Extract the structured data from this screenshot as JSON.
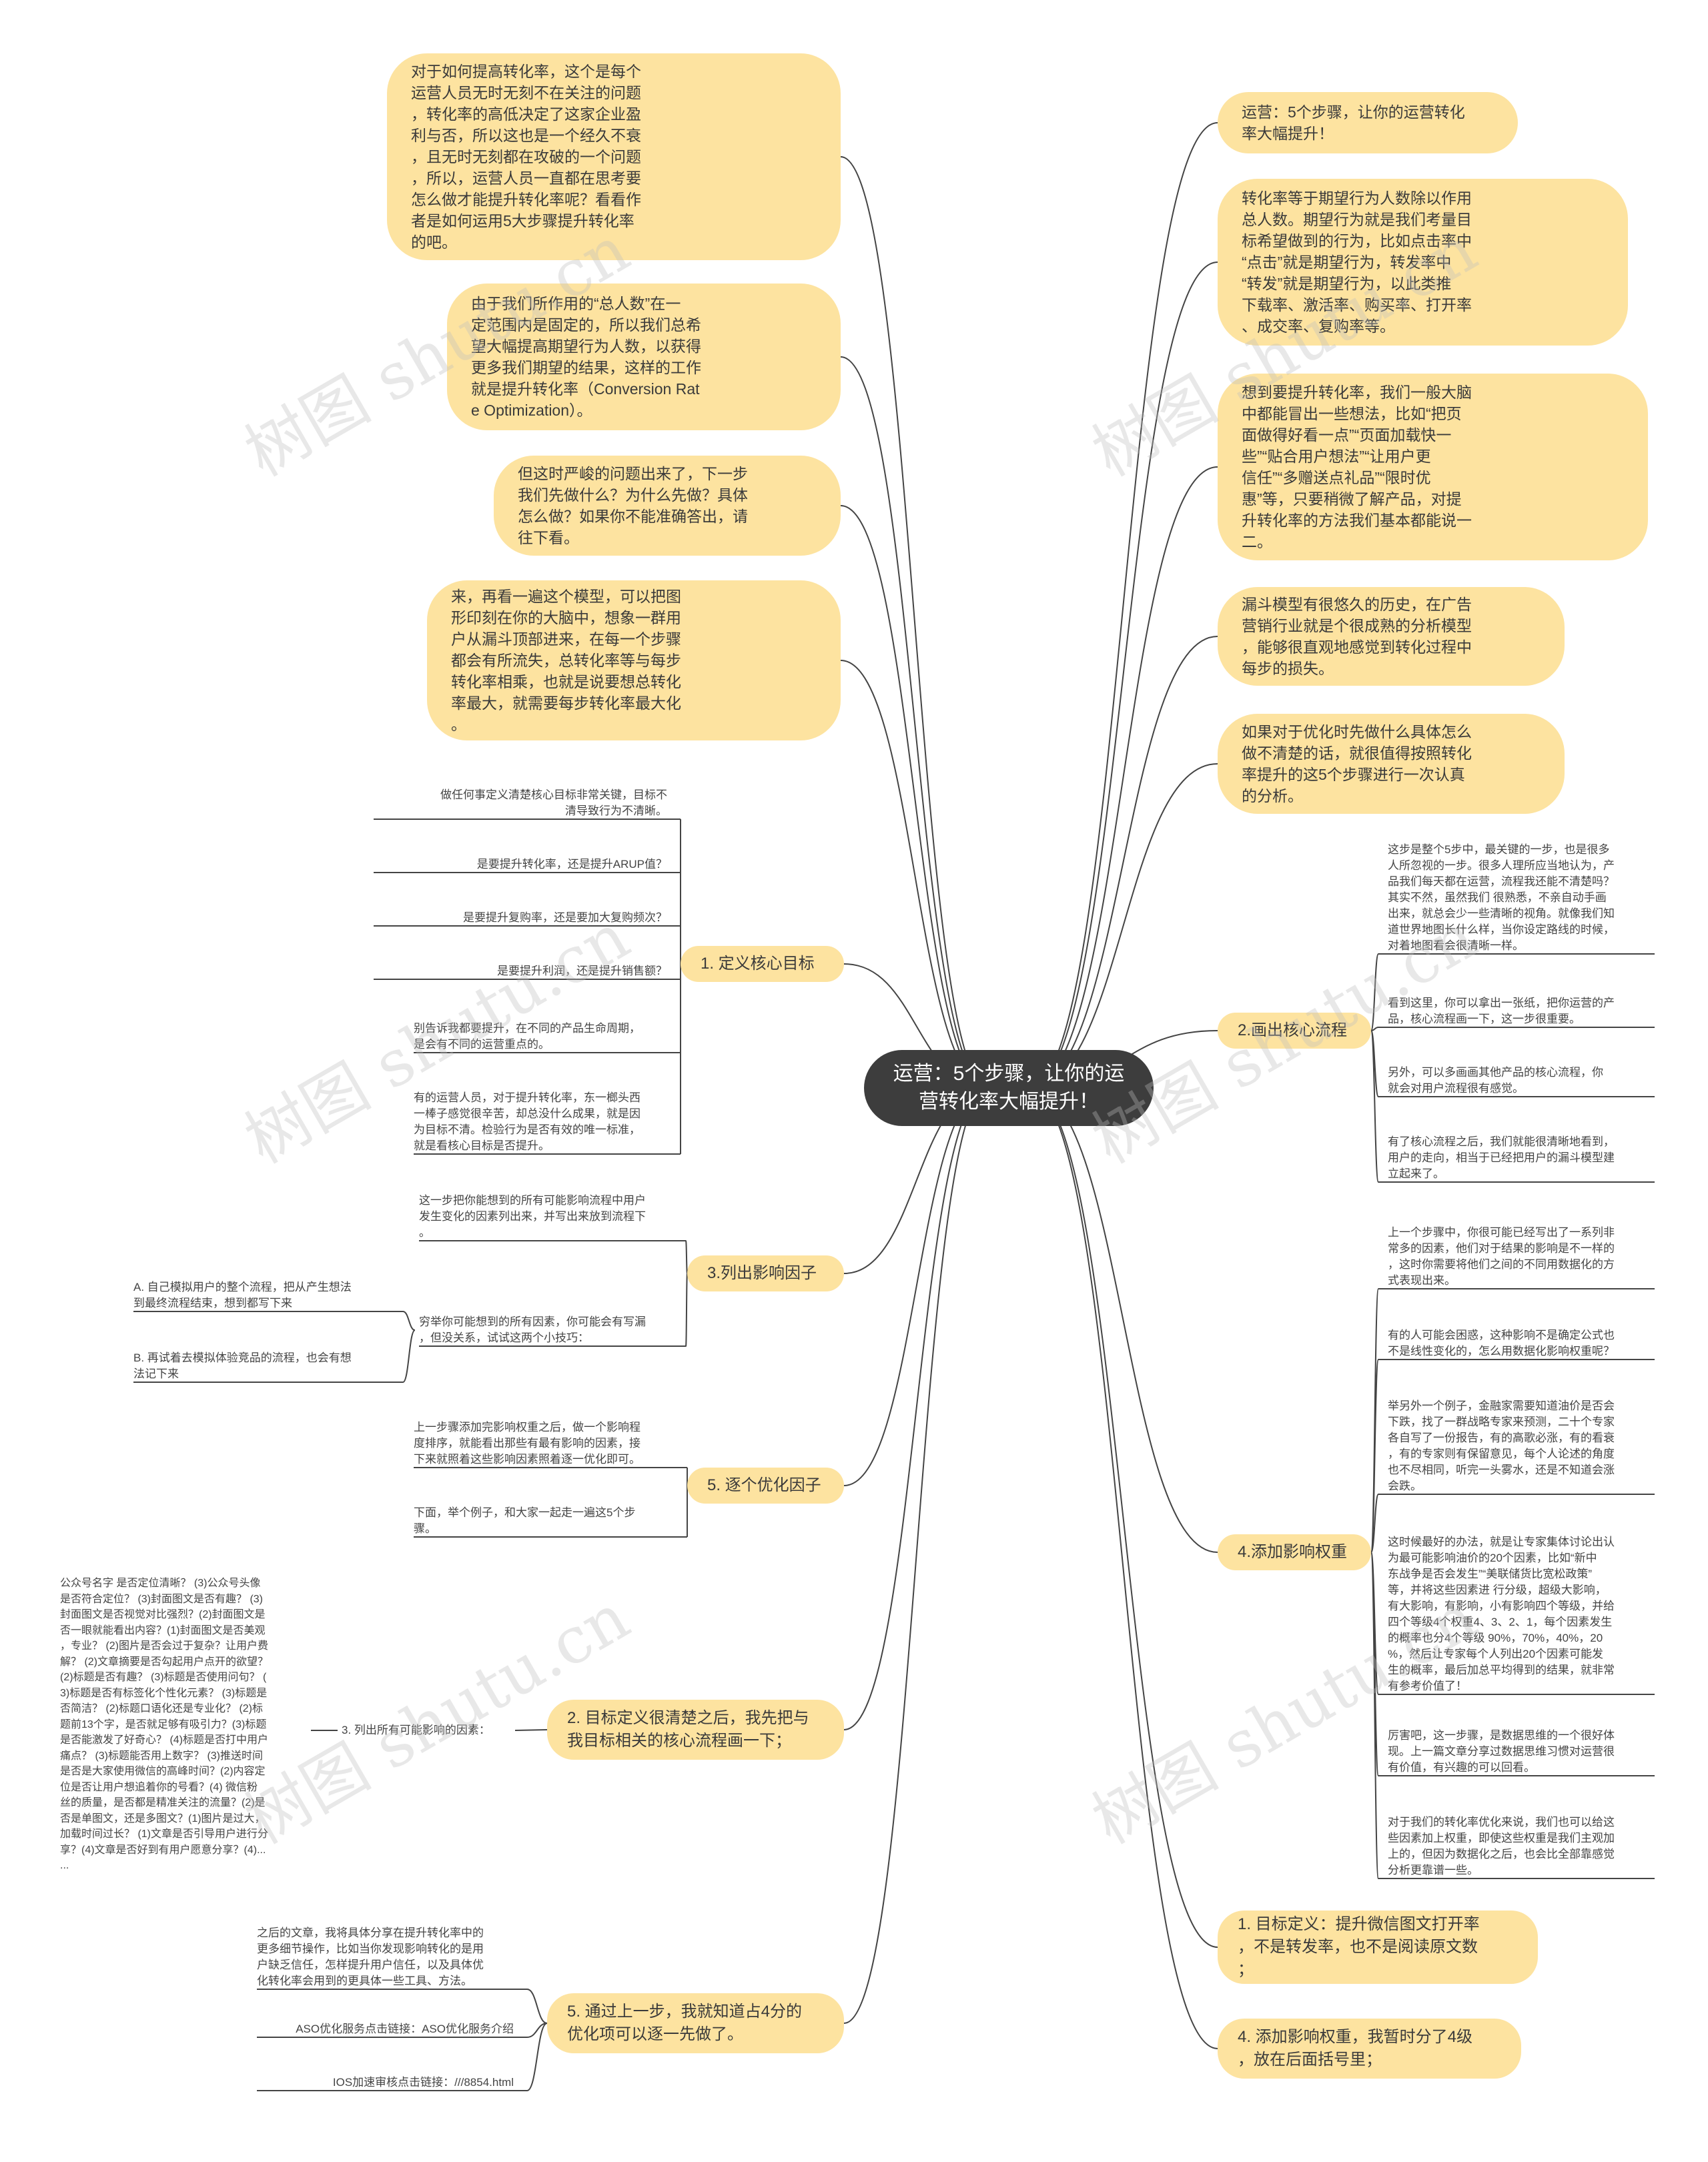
{
  "root": {
    "title": "运营：5个步骤，让你的运\n营转化率大幅提升！"
  },
  "watermark": "树图 shutu.cn",
  "colors": {
    "node_fill": "#fde3a0",
    "root_fill": "#3d3d3d",
    "line": "#444444"
  },
  "left_intro": [
    "对于如何提高转化率，这个是每个\n运营人员无时无刻不在关注的问题\n，转化率的高低决定了这家企业盈\n利与否，所以这也是一个经久不衰\n，且无时无刻都在攻破的一个问题\n，所以，运营人员一直都在思考要\n怎么做才能提升转化率呢？看看作\n者是如何运用5大步骤提升转化率\n的吧。",
    "由于我们所作用的“总人数”在一\n定范围内是固定的，所以我们总希\n望大幅提高期望行为人数，以获得\n更多我们期望的结果，这样的工作\n就是提升转化率（Conversion Rat\ne Optimization）。",
    "但这时严峻的问题出来了，下一步\n我们先做什么？为什么先做？具体\n怎么做？如果你不能准确答出，请\n往下看。",
    "来，再看一遍这个模型，可以把图\n形印刻在你的大脑中，想象一群用\n户从漏斗顶部进来，在每一个步骤\n都会有所流失，总转化率等与每步\n转化率相乘，也就是说要想总转化\n率最大，就需要每步转化率最大化\n。"
  ],
  "right_intro": [
    "运营：5个步骤，让你的运营转化\n率大幅提升！",
    "转化率等于期望行为人数除以作用\n总人数。期望行为就是我们考量目\n标希望做到的行为，比如点击率中\n“点击”就是期望行为，转发率中\n“转发”就是期望行为，以此类推\n下载率、激活率、购买率、打开率\n、成交率、复购率等。",
    "想到要提升转化率，我们一般大脑\n中都能冒出一些想法，比如“把页\n面做得好看一点”“页面加载快一\n些”“贴合用户想法”“让用户更\n信任”“多赠送点礼品”“限时优\n惠”等，只要稍微了解产品，对提\n升转化率的方法我们基本都能说一\n二。",
    "漏斗模型有很悠久的历史，在广告\n营销行业就是个很成熟的分析模型\n，能够很直观地感觉到转化过程中\n每步的损失。",
    "如果对于优化时先做什么具体怎么\n做不清楚的话，就很值得按照转化\n率提升的这5个步骤进行一次认真\n的分析。"
  ],
  "b1": {
    "label": "1. 定义核心目标",
    "leaves": [
      "做任何事定义清楚核心目标非常关键，目标不\n清导致行为不清晰。",
      "是要提升转化率，还是提升ARUP值？",
      "是要提升复购率，还是要加大复购频次？",
      "是要提升利润，还是提升销售额？",
      "别告诉我都要提升，在不同的产品生命周期，\n是会有不同的运营重点的。",
      "有的运营人员，对于提升转化率，东一榔头西\n一棒子感觉很辛苦，却总没什么成果，就是因\n为目标不清。检验行为是否有效的唯一标准，\n就是看核心目标是否提升。"
    ]
  },
  "b3": {
    "label": "3.列出影响因子",
    "leaves": [
      "这一步把你能想到的所有可能影响流程中用户\n发生变化的因素列出来，并写出来放到流程下\n。",
      "穷举你可能想到的所有因素，你可能会有写漏\n，但没关系，试试这两个小技巧："
    ],
    "sub": [
      "A. 自己模拟用户的整个流程，把从产生想法\n到最终流程结束，想到都写下来",
      "B. 再试着去模拟体验竞品的流程，也会有想\n法记下来"
    ]
  },
  "b5": {
    "label": "5. 逐个优化因子",
    "leaves": [
      "上一步骤添加完影响权重之后，做一个影响程\n度排序，就能看出那些有最有影响的因素，接\n下来就照着这些影响因素照着逐一优化即可。",
      "下面，举个例子，和大家一起走一遍这5个步\n骤。"
    ]
  },
  "e2": {
    "label": "2. 目标定义很清楚之后，我先把与\n我目标相关的核心流程画一下；",
    "child": "3. 列出所有可能影响的因素：",
    "grandchild": "公众号名字 是否定位清晰？ (3)公众号头像\n是否符合定位？ (3)封面图文是否有趣？ (3)\n封面图文是否视觉对比强烈？(2)封面图文是\n否一眼就能看出内容？(1)封面图文是否美观\n，专业？ (2)图片是否会过于复杂？让用户费\n解？ (2)文章摘要是否勾起用户点开的欲望？\n(2)标题是否有趣？ (3)标题是否使用问句？ (\n3)标题是否有标签化个性化元素？ (3)标题是\n否简洁？ (2)标题口语化还是专业化？ (2)标\n题前13个字，是否就足够有吸引力？(3)标题\n是否能激发了好奇心？ (4)标题是否打中用户\n痛点？ (3)标题能否用上数字？ (3)推送时间\n是否是大家使用微信的高峰时间？(2)内容定\n位是否让用户想追着你的号看？(4) 微信粉\n丝的质量，是否都是精准关注的流量？(2)是\n否是单图文，还是多图文？(1)图片是过大，\n加载时间过长？ (1)文章是否引导用户进行分\n享？(4)文章是否好到有用户愿意分享？(4)...\n..."
  },
  "e5": {
    "label": "5. 通过上一步，我就知道占4分的\n优化项可以逐一先做了。",
    "leaves": [
      "之后的文章，我将具体分享在提升转化率中的\n更多细节操作，比如当你发现影响转化的是用\n户缺乏信任，怎样提升用户信任，以及具体优\n化转化率会用到的更具体一些工具、方法。",
      "ASO优化服务点击链接：ASO优化服务介绍",
      "IOS加速审核点击链接：///8854.html"
    ]
  },
  "b2": {
    "label": "2.画出核心流程",
    "leaves": [
      "这步是整个5步中，最关键的一步，也是很多\n人所忽视的一步。很多人理所应当地认为，产\n品我们每天都在运营，流程我还能不清楚吗？\n其实不然，虽然我们 很熟悉，不亲自动手画\n出来，就总会少一些清晰的视角。就像我们知\n道世界地图长什么样，当你设定路线的时候，\n对着地图看会很清晰一样。",
      "看到这里，你可以拿出一张纸，把你运营的产\n品，核心流程画一下，这一步很重要。",
      "另外，可以多画画其他产品的核心流程，你\n就会对用户流程很有感觉。",
      "有了核心流程之后，我们就能很清晰地看到，\n用户的走向，相当于已经把用户的漏斗模型建\n立起来了。"
    ]
  },
  "b4": {
    "label": "4.添加影响权重",
    "leaves": [
      "上一个步骤中，你很可能已经写出了一系列非\n常多的因素，他们对于结果的影响是不一样的\n，这时你需要将他们之间的不同用数据化的方\n式表现出来。",
      "有的人可能会困惑，这种影响不是确定公式也\n不是线性变化的，怎么用数据化影响权重呢？",
      "举另外一个例子，金融家需要知道油价是否会\n下跌，找了一群战略专家来预测，二十个专家\n各自写了一份报告，有的高歌必涨，有的看衰\n，有的专家则有保留意见，每个人论述的角度\n也不尽相同，听完一头雾水，还是不知道会涨\n会跌。",
      "这时候最好的办法，就是让专家集体讨论出认\n为最可能影响油价的20个因素，比如“新中\n东战争是否会发生”“美联储货比宽松政策”\n等，并将这些因素进 行分级，超级大影响，\n有大影响，有影响，小有影响四个等级，并给\n四个等级4个权重4、3、2、1，每个因素发生\n的概率也分4个等级 90%，70%，40%，20\n%，然后让专家每个人列出20个因素可能发\n生的概率，最后加总平均得到的结果，就非常\n有参考价值了！",
      "厉害吧，这一步骤，是数据思维的一个很好体\n现。上一篇文章分享过数据思维习惯对运营很\n有价值，有兴趣的可以回看。",
      "对于我们的转化率优化来说，我们也可以给这\n些因素加上权重，即使这些权重是我们主观加\n上的，但因为数据化之后，也会比全部靠感觉\n分析更靠谱一些。"
    ]
  },
  "right_bottom": [
    "1. 目标定义：提升微信图文打开率\n，不是转发率，也不是阅读原文数\n；",
    "4. 添加影响权重，我暂时分了4级\n，放在后面括号里；"
  ]
}
